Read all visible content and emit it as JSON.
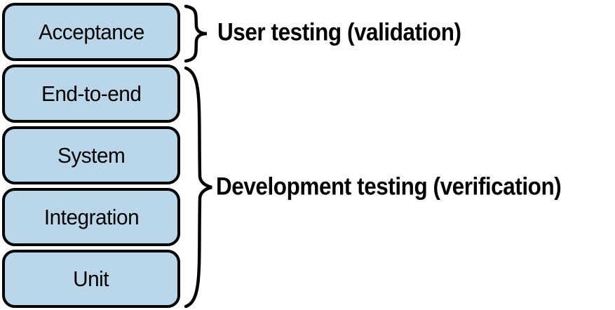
{
  "figure": {
    "boxes": [
      {
        "label": "Acceptance"
      },
      {
        "label": "End-to-end"
      },
      {
        "label": "System"
      },
      {
        "label": "Integration"
      },
      {
        "label": "Unit"
      }
    ],
    "annotations": {
      "user_testing": "User testing (validation)",
      "development_testing": "Development testing (verification)"
    },
    "colors": {
      "box_fill": "#b9d7e9",
      "box_border": "#000000",
      "line": "#000000"
    }
  }
}
